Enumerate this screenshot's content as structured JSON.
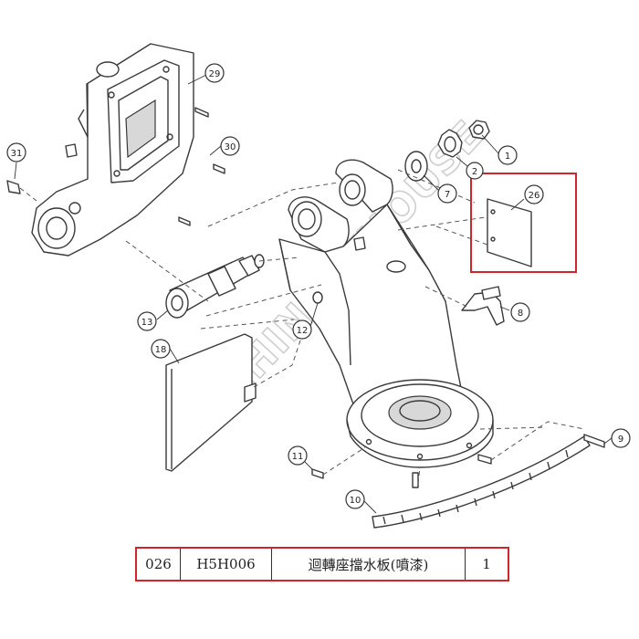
{
  "callouts": [
    {
      "id": "c1",
      "label": "1"
    },
    {
      "id": "c2",
      "label": "2"
    },
    {
      "id": "c7",
      "label": "7"
    },
    {
      "id": "c8",
      "label": "8"
    },
    {
      "id": "c9",
      "label": "9"
    },
    {
      "id": "c10",
      "label": "10"
    },
    {
      "id": "c11",
      "label": "11"
    },
    {
      "id": "c12",
      "label": "12"
    },
    {
      "id": "c13",
      "label": "13"
    },
    {
      "id": "c18",
      "label": "18"
    },
    {
      "id": "c26",
      "label": "26"
    },
    {
      "id": "c29",
      "label": "29"
    },
    {
      "id": "c30",
      "label": "30"
    },
    {
      "id": "c31",
      "label": "31"
    }
  ],
  "watermark": "MACHINERYHOUSE",
  "parts_row": {
    "number": "026",
    "code": "H5H006",
    "description": "迴轉座擋水板(噴漆)",
    "quantity": "1"
  },
  "colors": {
    "highlight": "#d0252b",
    "line": "#3a3a3a",
    "watermark": "#c9c9c9"
  }
}
